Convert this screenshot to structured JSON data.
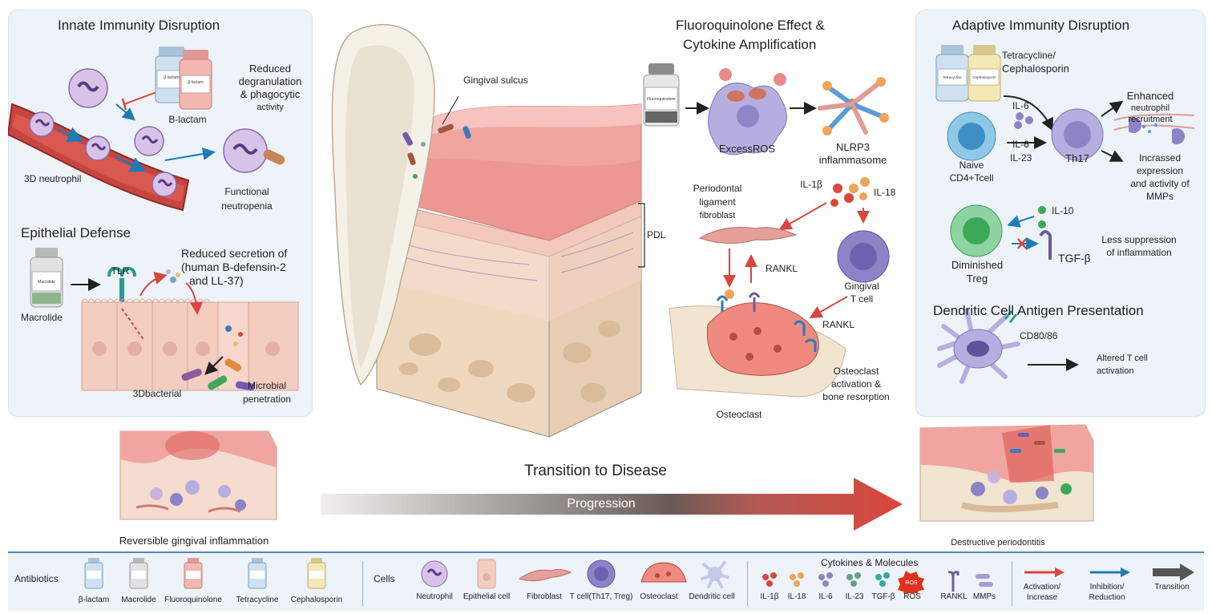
{
  "innate": {
    "title": "Innate Immunity Disruption",
    "reduced": [
      "Reduced",
      "degranulation",
      "& phagocytic",
      "activity"
    ],
    "blactam": "Β-lactam",
    "neutrophil3d": "3D neutrophil",
    "functional": [
      "Functional",
      "neutropenia"
    ],
    "vial_text": [
      "β-lactam",
      "β-lactam"
    ]
  },
  "epithelial": {
    "title": "Epithelial Defense",
    "tlr": "TLR",
    "reduced_secretion": [
      "Reduced secretion of",
      "(human Β-defensin-2",
      "and LL-37)"
    ],
    "macrolide": "Macrolide",
    "bacterial": "3Dbacterial",
    "microbial": [
      "Microbial",
      "penetration"
    ],
    "vial_text": "Macrolide"
  },
  "center": {
    "gingival_sulcus": "Gingival sulcus",
    "pdl": "PDL"
  },
  "fluoro": {
    "title": [
      "Fluoroquinolone Effect &",
      "Cytokine Amplification"
    ],
    "excess_ros": "ExcessROS",
    "nlrp3": [
      "NLRP3",
      "inflammasome"
    ],
    "il1b": "IL-1β",
    "il18": "IL-18",
    "pdl_fibroblast": [
      "Periodontal",
      "ligament",
      "fibroblast"
    ],
    "rankl1": "RANKL",
    "rankl2": "RANKL",
    "gingival_tcell": [
      "Gingival",
      "T cell"
    ],
    "osteoclast_act": [
      "Osteoclast",
      "activation &",
      "bone resorption"
    ],
    "osteoclast": "Osteoclast",
    "vial_text": "Fluoroquinolone"
  },
  "adaptive": {
    "title": "Adaptive Immunity Disruption",
    "tetracycline": [
      "Tetracycline/",
      "Cephalosporin"
    ],
    "il6": "IL-6",
    "il6b": "IL-6",
    "il23": "IL-23",
    "naive": [
      "Naive",
      "CD4+Tcell"
    ],
    "th17": "Th17",
    "enhanced": [
      "Enhanced",
      "neutrophil",
      "recruitment"
    ],
    "incrassed": [
      "Incrassed",
      "expression",
      "and activity of",
      "MMPs"
    ],
    "il10": "IL-10",
    "diminished": [
      "Diminished",
      "Treg"
    ],
    "tgfb": "TGF-β",
    "less_suppression": [
      "Less suppression",
      "of inflammation"
    ],
    "dc_title": "Dendritic Cell Antigen Presentation",
    "cd80": "CD80/86",
    "altered": [
      "Altered T cell",
      "activation"
    ],
    "vial_text": [
      "Tetracycline",
      "Cephalosporin"
    ]
  },
  "transition": {
    "title": "Transition to Disease",
    "progression": "Progression",
    "reversible": "Reversible gingival inflammation",
    "destructive": "Destructive periodontitis"
  },
  "legend": {
    "antibiotics_header": "Antibiotics",
    "antibiotics": [
      "β-lactam",
      "Macrolide",
      "Fluoroquinolone",
      "Tetracycline",
      "Cephalosporin"
    ],
    "cells_header": "Cells",
    "cells": [
      "Neutrophil",
      "Epithelial cell",
      "Fibroblast",
      "T cell(Th17, Treg)",
      "Osteoclast",
      "Dendritic cell"
    ],
    "cytokines_header": "Cytokines & Molecules",
    "cytokines": [
      "IL-1β",
      "IL-18",
      "IL-6",
      "IL-23",
      "TGF-β",
      "ROS",
      "RANKL",
      "MMPs"
    ],
    "ros_badge": "ROS",
    "activation": [
      "Activation/",
      "Increase"
    ],
    "inhibition": [
      "Inhibition/",
      "Reduction"
    ],
    "transition": "Transition"
  },
  "colors": {
    "panel_bg": "#eef3f9",
    "activation": "#d9463c",
    "inhibition": "#1f7bb6",
    "neutrophil": "#c9b3dd",
    "osteoclast": "#f08a80",
    "tcell": "#8d84c7",
    "gum": "#f0a5a0"
  }
}
